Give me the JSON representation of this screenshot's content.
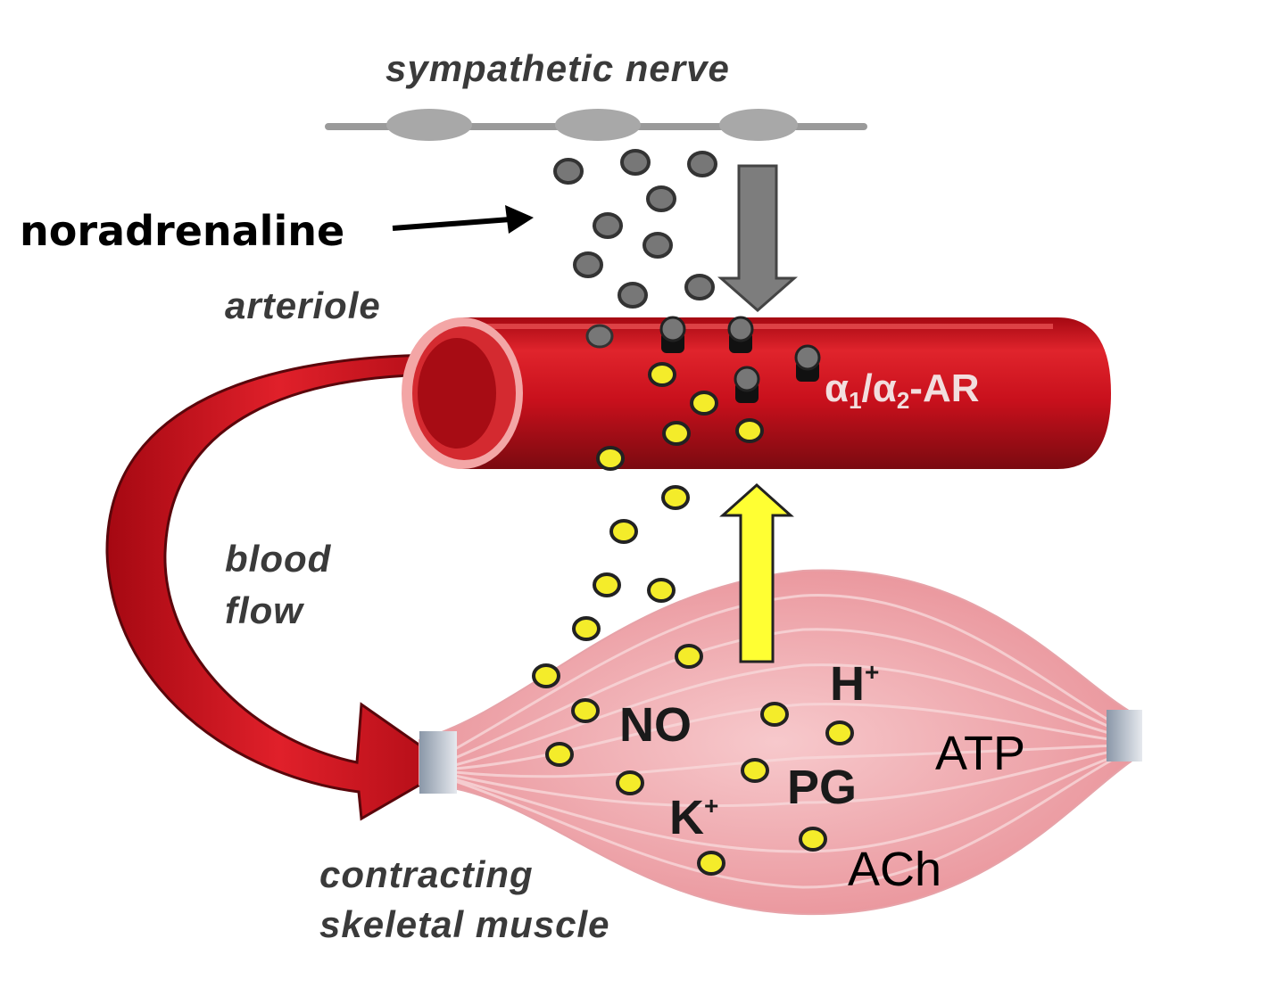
{
  "labels": {
    "nerve": "sympathetic nerve",
    "noradrenaline": "noradrenaline",
    "arteriole": "arteriole",
    "receptor": {
      "a1": "α",
      "s1": "1",
      "slash": "/",
      "a2": "α",
      "s2": "2",
      "suffix": "-AR"
    },
    "blood_flow_1": "blood",
    "blood_flow_2": "flow",
    "muscle_1": "contracting",
    "muscle_2": "skeletal muscle",
    "no": "NO",
    "h": "H",
    "h_sup": "+",
    "pg": "PG",
    "k": "K",
    "k_sup": "+",
    "atp": "ATP",
    "ach": "ACh"
  },
  "colors": {
    "artery": "#c8101c",
    "artery_dark": "#7a0a10",
    "noradrenaline_dot": "#777777",
    "metabolite_dot": "#f4ec2a",
    "yellow_arrow": "#ffff33",
    "grey_arrow": "#7d7d7d",
    "muscle": "#f2b7bb"
  }
}
